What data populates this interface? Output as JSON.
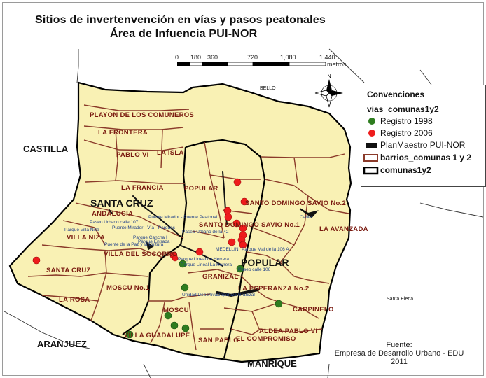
{
  "title": {
    "line1": "Sitios de invertenvención en vías y pasos peatonales",
    "line2": "Área de Infuencia PUI-NOR"
  },
  "scale_bar": {
    "ticks": [
      "0",
      "180",
      "360",
      "720",
      "1,080",
      "1,440"
    ],
    "unit": "metros"
  },
  "regions": {
    "bello": "BELLO",
    "castilla": "CASTILLA",
    "santa_cruz": "SANTA CRUZ",
    "popular": "POPULAR",
    "aranjuez": "ARANJUEZ",
    "manrique": "MANRIQUE",
    "santa_elena": "Santa Elena"
  },
  "barrios": [
    "PLAYON DE LOS COMUNEROS",
    "LA FRONTERA",
    "PABLO VI",
    "LA ISLA",
    "LA FRANCIA",
    "POPULAR",
    "ANDALUCIA",
    "VILLA NIZA",
    "SANTO DOMINGO SAVIO No.2",
    "SANTO DOMINGO SAVIO No.1",
    "LA AVANZADA",
    "VILLA DEL SOCORRO",
    "SANTA CRUZ",
    "MOSCU No.1",
    "GRANIZAL",
    "LA ESPERANZA No.2",
    "LA ROSA",
    "MOSCU",
    "CARPINELO",
    "VILLA GUADALUPE",
    "ALDEA PABLO VI",
    "SAN PABLO",
    "EL COMPROMISO"
  ],
  "site_labels": [
    "Puente Mirador - Puente Peatonal",
    "Paseo Urbano calle 107",
    "Puente Mirador - Vía - Parques",
    "Paseo Urbano de la 42",
    "Parque Villa Niza",
    "Parque Cancha I",
    "Parque Entrada I",
    "Puente de la Paz y la Cultura",
    "MEDELLIN",
    "Parque Mal de la 106 A",
    "Parque Lineal La Herrera",
    "Parque Lineal La Herrera",
    "Paseo calle 106",
    "Unidad Deportiva",
    "Deportiva Granizal",
    "Cable"
  ],
  "legend": {
    "title": "Convenciones",
    "subtitle": "vias_comunas1y2",
    "items": [
      {
        "label": "Registro 1998",
        "symbol": "green-dot",
        "color": "#2e7d1f"
      },
      {
        "label": "Registro 2006",
        "symbol": "red-dot",
        "color": "#ee1c1c"
      },
      {
        "label": "PlanMaestro PUI-NOR",
        "symbol": "black-patch",
        "color": "#111111"
      }
    ],
    "layers": [
      {
        "label": "barrios_comunas 1 y 2",
        "symbol": "brown-outline",
        "color": "#8b3a2a"
      },
      {
        "label": "comunas1y2",
        "symbol": "black-outline",
        "color": "#000000"
      }
    ]
  },
  "colors": {
    "area_fill": "#f9f1b4",
    "barrio_border": "#8b3a2a",
    "comuna_border": "#000000",
    "background": "#ffffff"
  },
  "source": {
    "line1": "Fuente:",
    "line2": "Empresa de Desarrollo Urbano - EDU",
    "line3": "2011"
  }
}
